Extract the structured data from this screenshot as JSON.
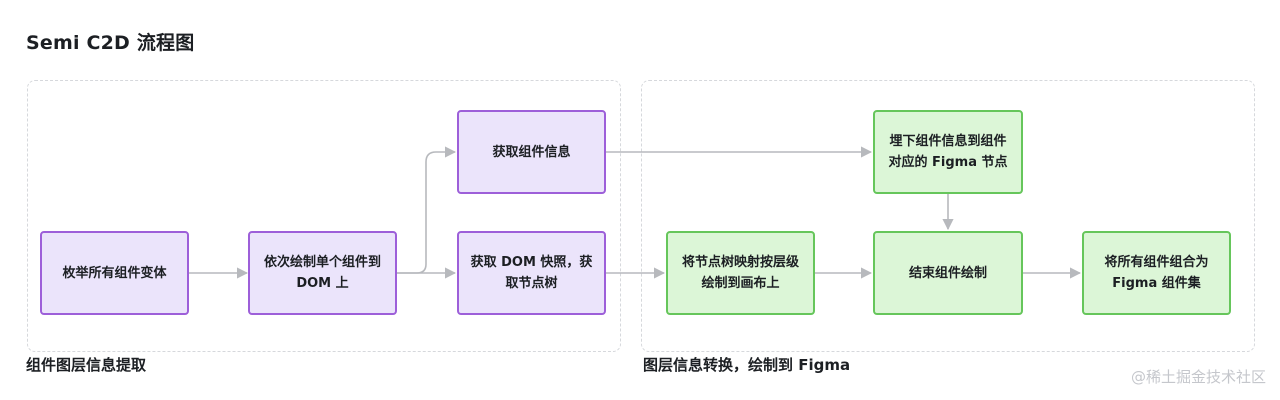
{
  "title": "Semi C2D 流程图",
  "groups": {
    "extract": {
      "label": "组件图层信息提取"
    },
    "convert": {
      "label": "图层信息转换，绘制到 Figma"
    }
  },
  "nodes": {
    "enumerate": "枚举所有组件变体",
    "draw_each": "依次绘制单个组件到 DOM 上",
    "get_info": "获取组件信息",
    "snapshot": "获取 DOM 快照，获取节点树",
    "bury_info": "埋下组件信息到组件对应的 Figma 节点",
    "map_tree": "将节点树映射按层级绘制到画布上",
    "finish": "结束组件绘制",
    "combine": "将所有组件组合为 Figma 组件集"
  },
  "watermark": "@稀土掘金技术社区"
}
